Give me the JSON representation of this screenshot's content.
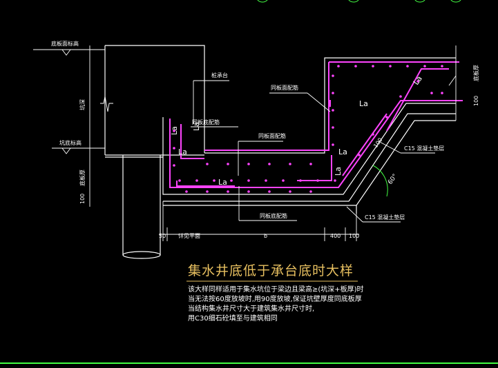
{
  "drawing": {
    "title": "集水井底低于承台底时大样",
    "notes": [
      "该大样同样适用于集水坑位于梁边且梁高≥(坑深+板厚)时",
      "当无法按60度放坡时,用90度放坡,保证坑壁厚度同底板厚",
      "当结构集水井尺寸大于建筑集水井尺寸时,",
      "用C30细石砼填至与建筑相同"
    ],
    "labels": {
      "floor_elevation": "底板面标高",
      "pit_elevation": "坑底标高",
      "pit_depth": "坑深",
      "floor_thickness": "底板厚",
      "pile_cap": "桩承台",
      "bottom_rebar_1": "同板底配筋",
      "bottom_rebar_2": "同板底配筋",
      "top_rebar_1": "同板面配筋",
      "top_rebar_2": "同板面配筋",
      "plan_size": "详见平面",
      "cushion_1": "C15 混凝土垫层",
      "cushion_2": "C15 混凝土垫层",
      "plate_thickness_right": "底板厚",
      "anchor": "La",
      "angle": "60°",
      "dim_50": "50",
      "dim_b": "b",
      "dim_400": "400",
      "dim_100": "100",
      "dim_100_left": "100",
      "dim_100_right": "100",
      "dim_100_slope": "100"
    },
    "colors": {
      "outline": "#ffffff",
      "rebar": "#ff44ff",
      "leader": "#ffffff",
      "title": "#e8c060",
      "angle_arc": "#44ff44",
      "frame": "#44ff44"
    }
  }
}
